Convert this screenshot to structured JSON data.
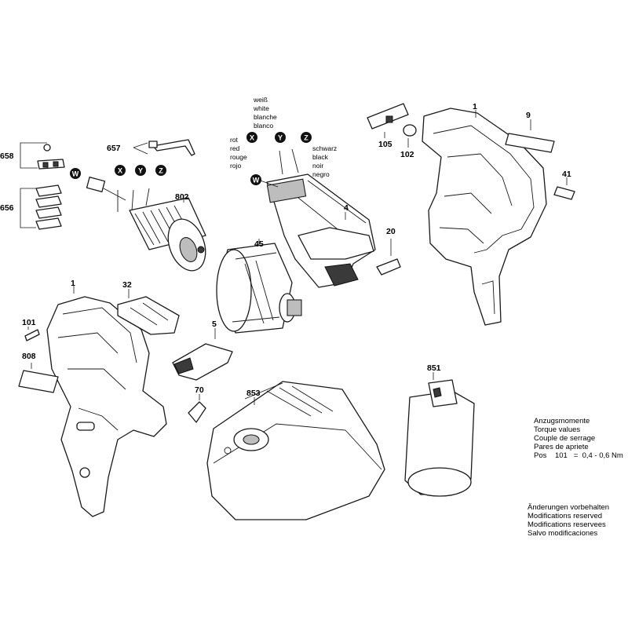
{
  "wire_labels": {
    "white": [
      "weiß",
      "white",
      "blanche",
      "blanco"
    ],
    "red": [
      "rot",
      "red",
      "rouge",
      "rojo"
    ],
    "black": [
      "schwarz",
      "black",
      "noir",
      "negro"
    ]
  },
  "wire_badges": {
    "x": "X",
    "y": "Y",
    "z": "Z",
    "w": "W"
  },
  "part_numbers": {
    "p658": "658",
    "p657": "657",
    "p656": "656",
    "p802": "802",
    "p45": "45",
    "p4": "4",
    "p20": "20",
    "p105": "105",
    "p102": "102",
    "p1_right": "1",
    "p9": "9",
    "p41": "41",
    "p1_left": "1",
    "p32": "32",
    "p101": "101",
    "p808": "808",
    "p5": "5",
    "p70": "70",
    "p853": "853",
    "p851": "851"
  },
  "torque_note": {
    "lines": [
      "Anzugsmomente",
      "Torque values",
      "Couple de serrage",
      "Pares de apriete"
    ],
    "pos_label": "Pos",
    "pos_number": "101",
    "equals": "=",
    "value": "0,4  -  0,6 Nm"
  },
  "modifications_note": [
    "Änderungen vorbehalten",
    "Modifications reserved",
    "Modifications reservees",
    "Salvo modificaciones"
  ]
}
